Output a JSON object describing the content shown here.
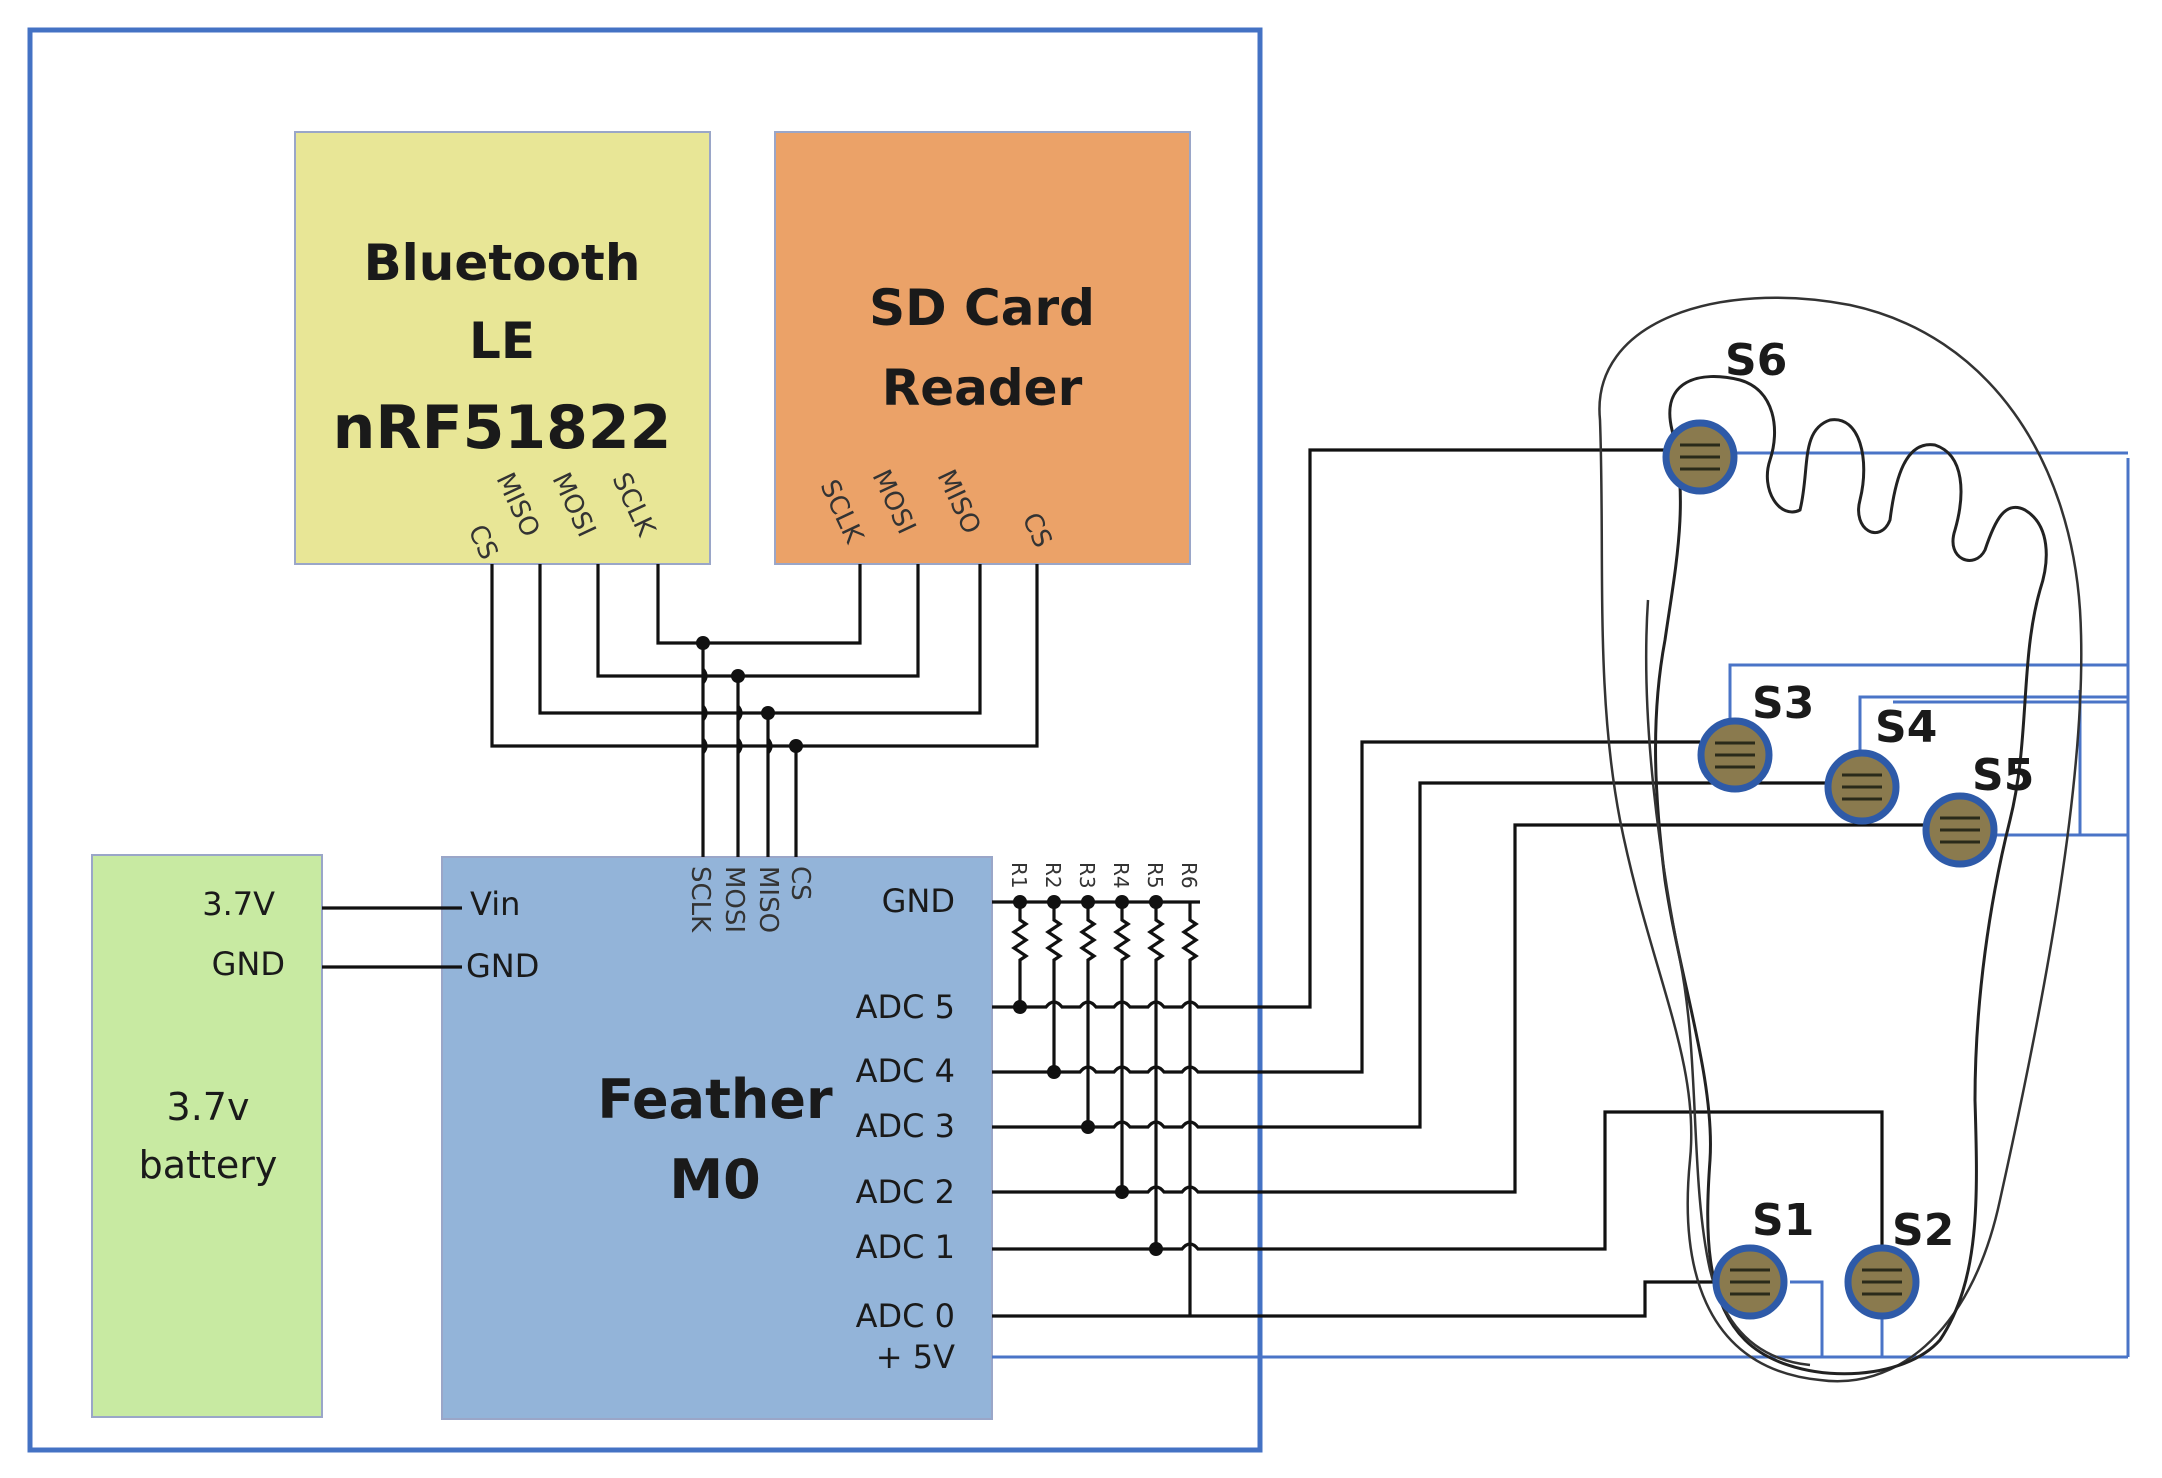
{
  "bluetooth": {
    "line1": "Bluetooth",
    "line2": "LE",
    "line3": "nRF51822",
    "pins": [
      "CS",
      "MISO",
      "MOSI",
      "SCLK"
    ],
    "fill": "#e8e696"
  },
  "sdcard": {
    "line1": "SD Card",
    "line2": "Reader",
    "pins": [
      "SCLK",
      "MOSI",
      "MISO",
      "CS"
    ],
    "fill": "#eba268"
  },
  "battery": {
    "pin_37v": "3.7V",
    "pin_gnd": "GND",
    "line1": "3.7v",
    "line2": "battery",
    "fill": "#c8eaa2"
  },
  "feather": {
    "line1": "Feather",
    "line2": "M0",
    "vin": "Vin",
    "gnd_left": "GND",
    "top_pins": [
      "SCLK",
      "MOSI",
      "MISO",
      "CS"
    ],
    "gnd_right": "GND",
    "adc": [
      "ADC 5",
      "ADC 4",
      "ADC 3",
      "ADC 2",
      "ADC 1",
      "ADC 0"
    ],
    "v5": "+ 5V",
    "fill": "#93b4d9"
  },
  "resistors": [
    "R1",
    "R2",
    "R3",
    "R4",
    "R5",
    "R6"
  ],
  "sensors": [
    "S1",
    "S2",
    "S3",
    "S4",
    "S5",
    "S6"
  ],
  "colors": {
    "enclosure": "#4472c4",
    "sensor_ring": "#2e5aa8",
    "sensor_core": "#8a7a4e"
  }
}
